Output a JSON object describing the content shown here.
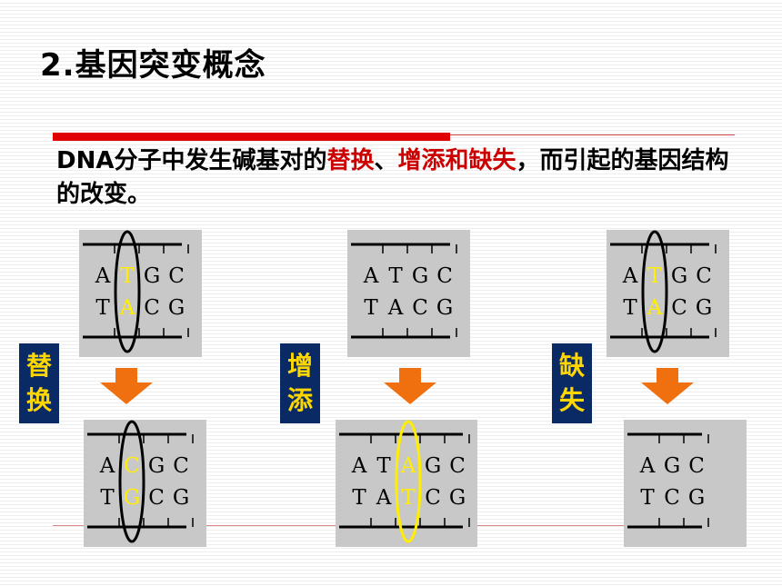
{
  "title": "2.基因突变概念",
  "definition": {
    "prefix": "DNA分子中发生碱基对的",
    "highlight1": "替换",
    "sep": "、",
    "highlight2": "增添和缺失",
    "suffix": "，而引起的基因结构的改变。"
  },
  "labels": {
    "substitution": "替换",
    "insertion": "增添",
    "deletion": "缺失"
  },
  "sequences": {
    "sub_before": {
      "top": [
        "A",
        "T",
        "G",
        "C"
      ],
      "bottom": [
        "T",
        "A",
        "C",
        "G"
      ],
      "highlight_index": 1
    },
    "sub_after": {
      "top": [
        "A",
        "C",
        "G",
        "C"
      ],
      "bottom": [
        "T",
        "G",
        "C",
        "G"
      ],
      "highlight_index": 1
    },
    "ins_before": {
      "top": [
        "A",
        "T",
        "G",
        "C"
      ],
      "bottom": [
        "T",
        "A",
        "C",
        "G"
      ]
    },
    "ins_after": {
      "top": [
        "A",
        "T",
        "A",
        "G",
        "C"
      ],
      "bottom": [
        "T",
        "A",
        "T",
        "C",
        "G"
      ],
      "highlight_index": 2
    },
    "del_before": {
      "top": [
        "A",
        "T",
        "G",
        "C"
      ],
      "bottom": [
        "T",
        "A",
        "C",
        "G"
      ],
      "highlight_index": 1
    },
    "del_after": {
      "top": [
        "A",
        "G",
        "C"
      ],
      "bottom": [
        "T",
        "C",
        "G"
      ]
    }
  },
  "colors": {
    "highlight_red": "#cc0000",
    "label_bg": "#0a2a66",
    "label_text": "#ffd700",
    "arrow": "#f07010",
    "base_highlight": "#ffee00",
    "panel_bg": "#c8c8c8"
  }
}
